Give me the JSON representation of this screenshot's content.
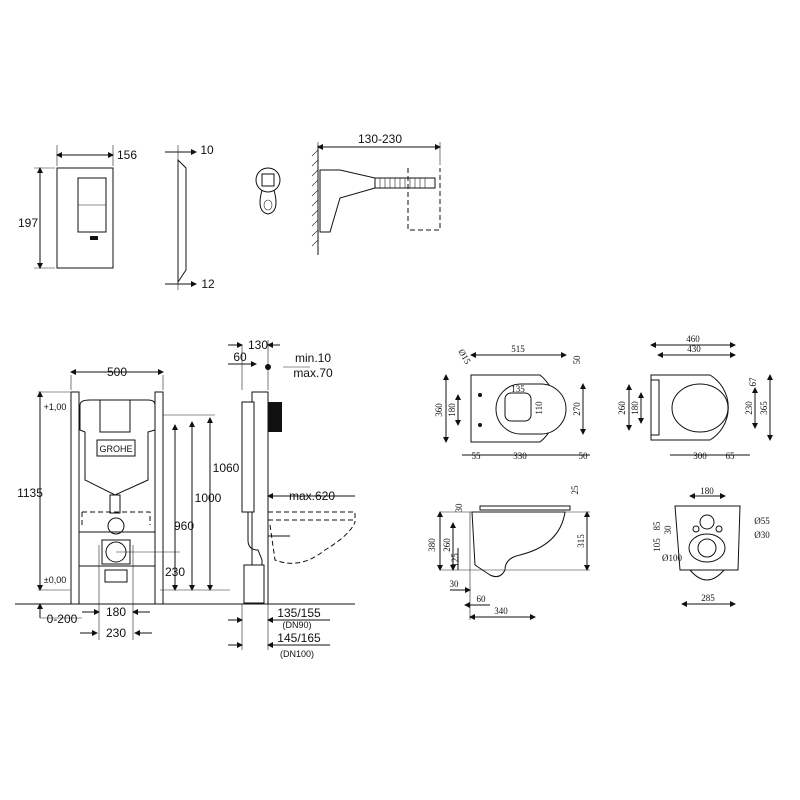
{
  "flush_plate": {
    "width": "156",
    "height": "197",
    "depth_top": "10",
    "depth_bottom": "12"
  },
  "bracket": {
    "range": "130-230"
  },
  "frame_front": {
    "width": "500",
    "height": "1135",
    "level_top": "+1,00",
    "level_zero": "±0,00",
    "h_1060": "1060",
    "h_1000": "1000",
    "h_960": "960",
    "h_230": "230",
    "floor_range": "0-200",
    "w_180": "180",
    "w_230": "230",
    "logo": "GROHE"
  },
  "frame_side": {
    "d_130": "130",
    "d_60": "60",
    "min": "min.10",
    "max": "max.70",
    "max_620": "max.620",
    "dn90": "135/155",
    "dn90_note": "(DN90)",
    "dn100": "145/165",
    "dn100_note": "(DN100)"
  },
  "bowl_top": {
    "d15": "Ø15",
    "l515": "515",
    "r50": "50",
    "w360": "360",
    "w180": "180",
    "i135": "135",
    "i110": "110",
    "w270": "270",
    "b55": "55",
    "b330": "330",
    "b50": "50"
  },
  "seat_top": {
    "w460": "460",
    "w430": "430",
    "w260": "260",
    "w180": "180",
    "h67": "67",
    "h230": "230",
    "h365": "365",
    "b300": "300",
    "b65": "65"
  },
  "bowl_side": {
    "h25": "25",
    "h30": "30",
    "h380": "380",
    "h260": "260",
    "h125": "125",
    "h315": "315",
    "b30": "30",
    "b60": "60",
    "b340": "340"
  },
  "bowl_back": {
    "w180": "180",
    "h85": "85",
    "h105": "105",
    "h30": "30",
    "d55": "Ø55",
    "d30": "Ø30",
    "d100": "Ø100",
    "w285": "285"
  }
}
